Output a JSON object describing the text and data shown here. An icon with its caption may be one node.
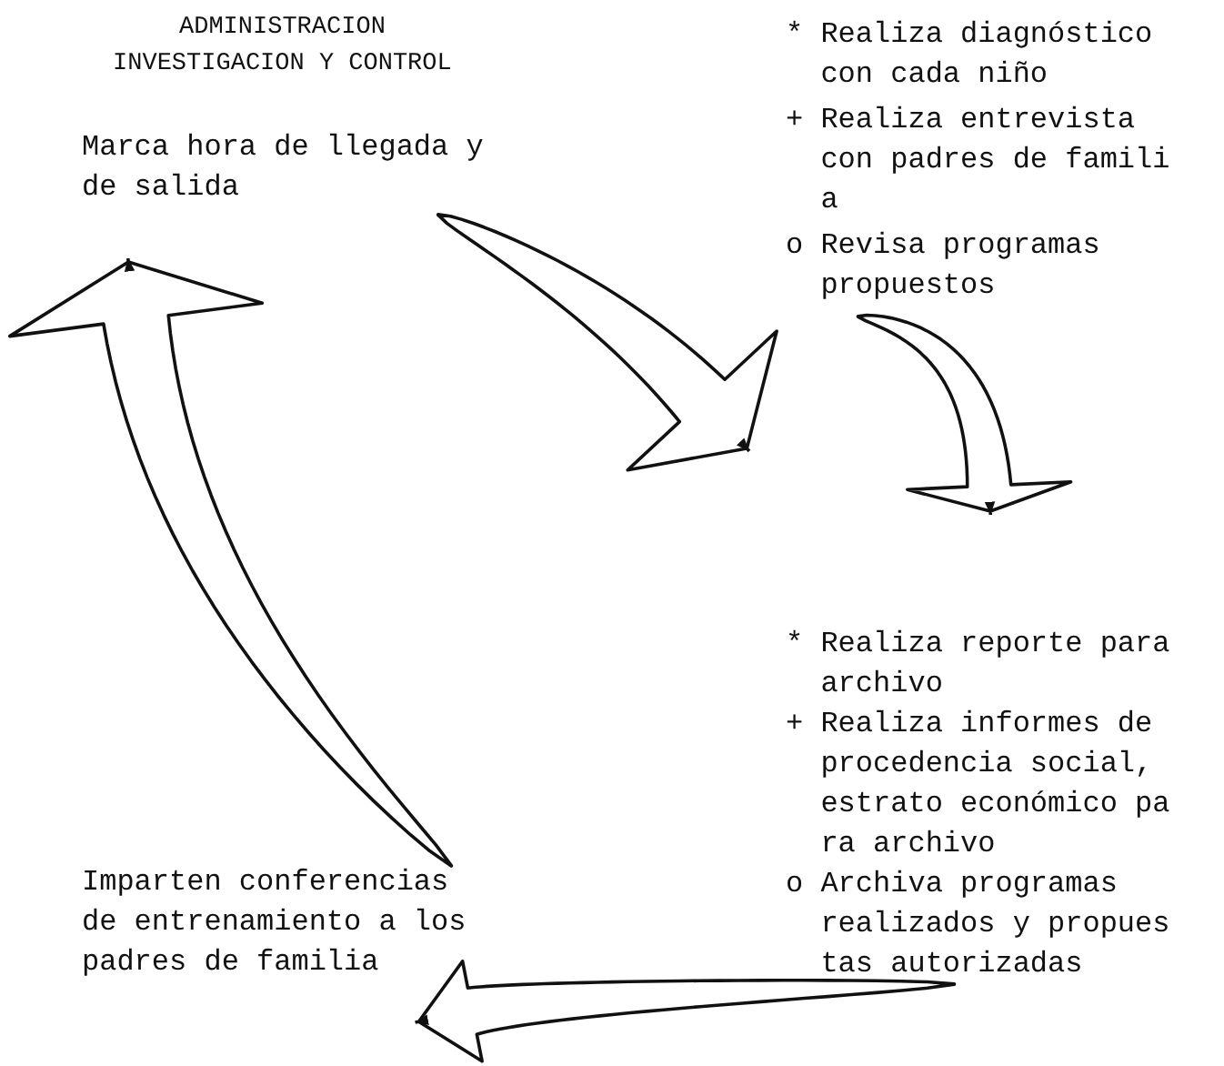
{
  "diagram": {
    "title": "ADMINISTRACION INVESTIGACION Y CONTROL",
    "nodes": [
      {
        "text": [
          "Marca hora de llegada y de salida"
        ]
      },
      {
        "text": [
          "* Realiza diagnóstico con cada niño",
          "+ Realiza entrevista con padres de famili a",
          "o Revisa programas propuestos"
        ]
      },
      {
        "text": [
          "* Realiza reporte para archivo",
          "+ Realiza informes de procedencia social, estrato económico pa ra archivo",
          "o Archiva programas realizados y propues tas autorizadas"
        ]
      },
      {
        "text": [
          "Imparten conferencias de entrenamiento a los padres de familia"
        ]
      }
    ],
    "edges": [
      {
        "from": 0,
        "to": 1,
        "arrow": "to"
      },
      {
        "from": 1,
        "to": 2,
        "arrow": "to"
      },
      {
        "from": 2,
        "to": 3,
        "arrow": "to"
      },
      {
        "from": 3,
        "to": 0,
        "arrow": "to"
      }
    ]
  }
}
